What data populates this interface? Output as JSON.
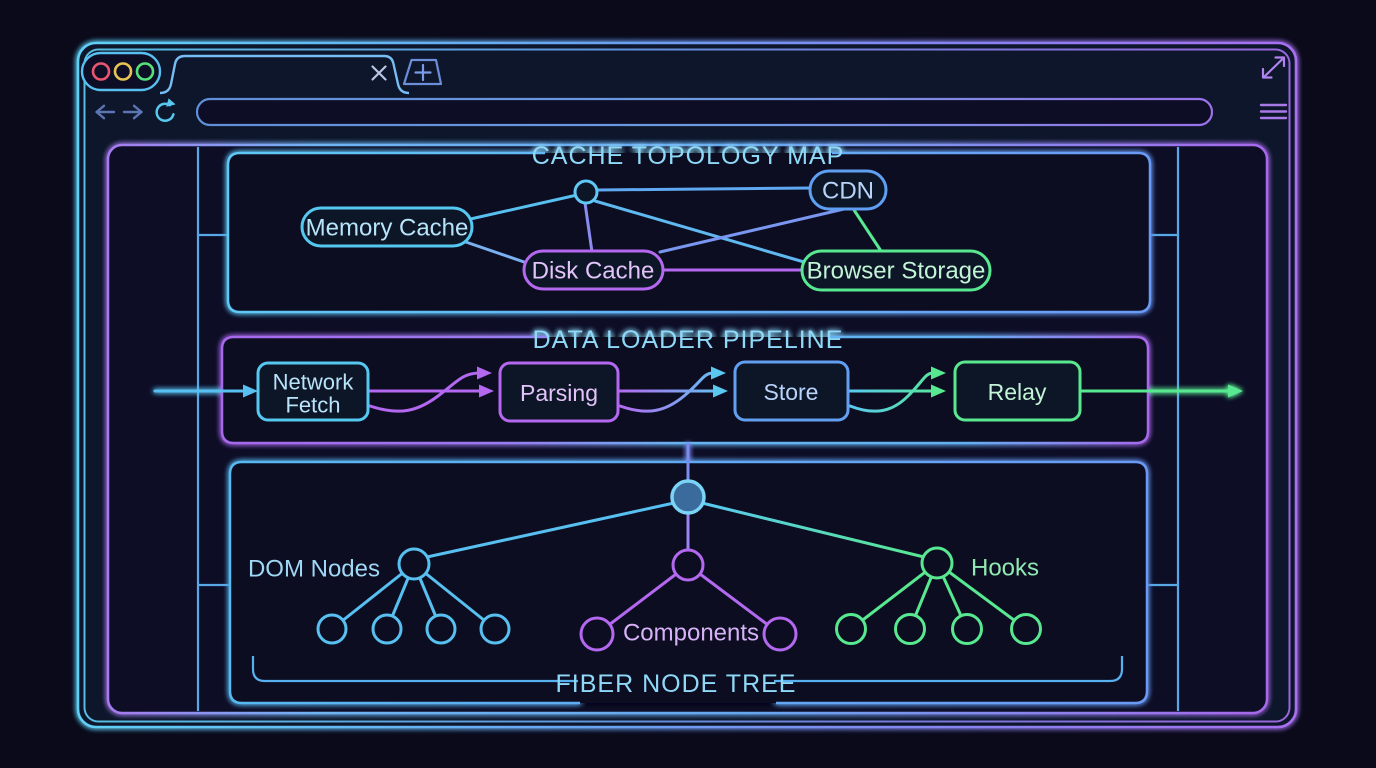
{
  "window": {
    "traffic_lights": [
      {
        "name": "red",
        "color": "#e8566e"
      },
      {
        "name": "yellow",
        "color": "#e6c353"
      },
      {
        "name": "green",
        "color": "#55e07a"
      }
    ],
    "tab": {
      "close_icon": "close-x",
      "new_tab_icon": "plus"
    },
    "toolbar": {
      "back_icon": "arrow-left",
      "forward_icon": "arrow-right",
      "refresh_icon": "refresh-circular-arrow",
      "address_value": "",
      "menu_icon": "hamburger",
      "expand_icon": "diagonal-resize-arrow"
    }
  },
  "panels": {
    "cache_topology": {
      "title": "CACHE TOPOLOGY MAP",
      "nodes": [
        {
          "id": "hub",
          "label": "",
          "color": "#58c8f0"
        },
        {
          "id": "memory",
          "label": "Memory Cache",
          "color": "#55c8f0"
        },
        {
          "id": "disk",
          "label": "Disk Cache",
          "color": "#b468f0"
        },
        {
          "id": "cdn",
          "label": "CDN",
          "color": "#5f9ff2"
        },
        {
          "id": "browser",
          "label": "Browser Storage",
          "color": "#58e890"
        }
      ],
      "edges": [
        [
          "hub",
          "memory"
        ],
        [
          "memory",
          "disk"
        ],
        [
          "hub",
          "disk"
        ],
        [
          "hub",
          "cdn"
        ],
        [
          "hub",
          "browser"
        ],
        [
          "disk",
          "cdn"
        ],
        [
          "disk",
          "browser"
        ],
        [
          "cdn",
          "browser"
        ]
      ]
    },
    "data_loader": {
      "title": "DATA LOADER PIPELINE",
      "stages": [
        {
          "line1": "Network",
          "line2": "Fetch",
          "color": "#55c8f0"
        },
        {
          "label": "Parsing",
          "color": "#b468f0"
        },
        {
          "label": "Store",
          "color": "#639ff0"
        },
        {
          "label": "Relay",
          "color": "#58e890"
        }
      ],
      "flow": [
        "Network Fetch",
        "Parsing",
        "Store",
        "Relay"
      ]
    },
    "fiber_tree": {
      "title": "FIBER NODE TREE",
      "branches": [
        {
          "label": "DOM Nodes",
          "leaves": 4,
          "color": "#58c0f0"
        },
        {
          "label": "Components",
          "leaves": 2,
          "color": "#b468f0"
        },
        {
          "label": "Hooks",
          "leaves": 4,
          "color": "#58e890"
        }
      ]
    }
  },
  "colors": {
    "background": "#0a0a1a",
    "cyan": "#58c8f0",
    "blue": "#639ff0",
    "purple": "#b468f0",
    "green": "#58e890",
    "title_text": "#8fd9f8"
  }
}
